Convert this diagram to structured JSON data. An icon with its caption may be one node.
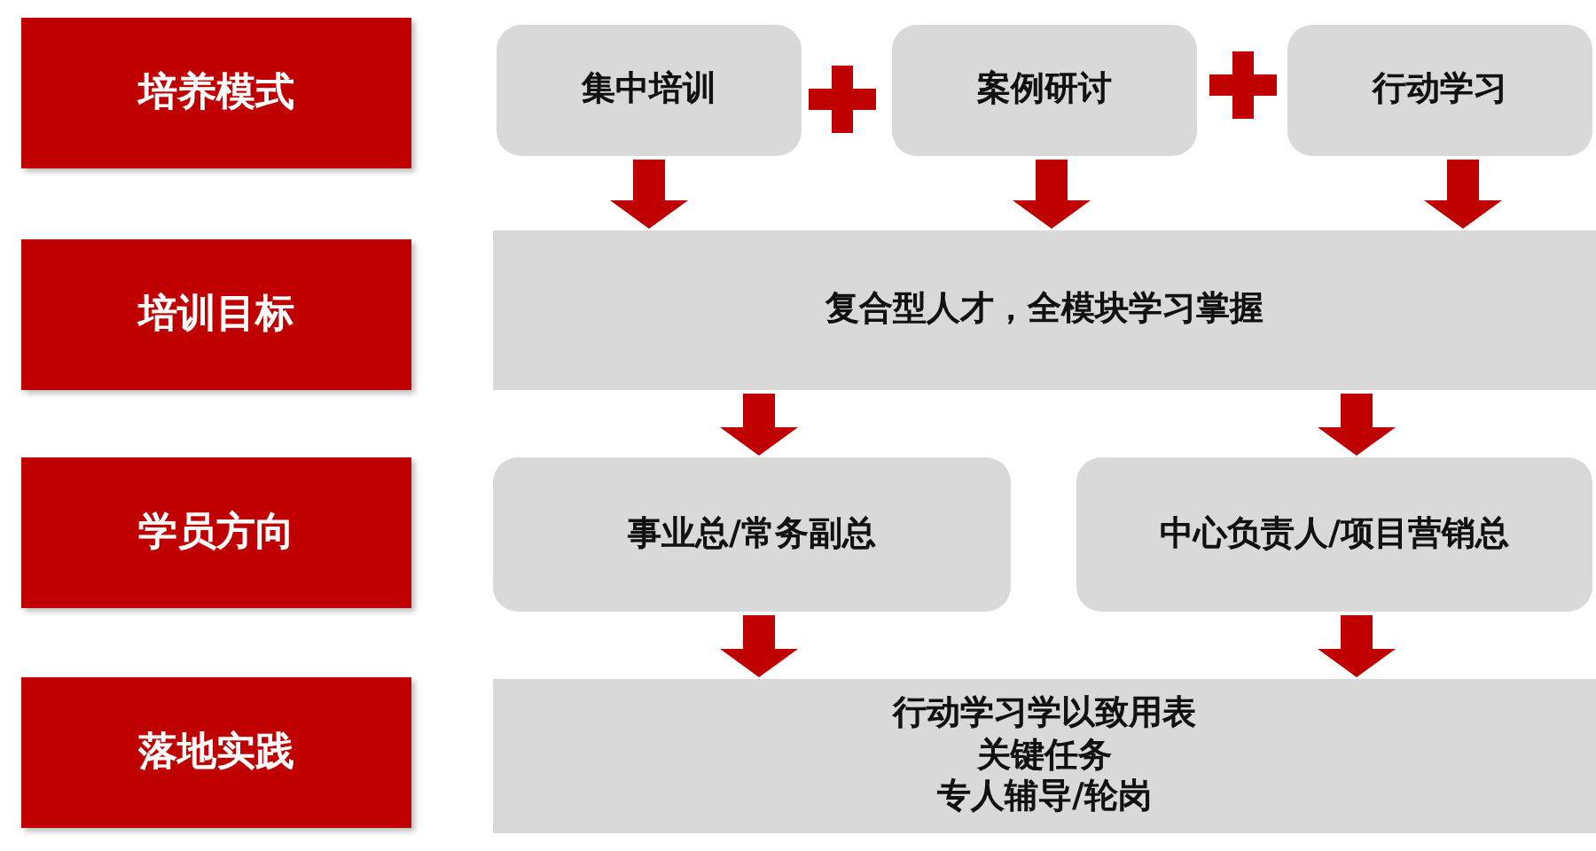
{
  "diagram": {
    "nodes": [
      {
        "text": [
          "培养模式"
        ]
      },
      {
        "text": [
          "集中培训"
        ]
      },
      {
        "text": [
          "案例研讨"
        ]
      },
      {
        "text": [
          "行动学习"
        ]
      },
      {
        "text": [
          "培训目标"
        ]
      },
      {
        "text": [
          "复合型人才，全模块学习掌握"
        ]
      },
      {
        "text": [
          "学员方向"
        ]
      },
      {
        "text": [
          "事业总/常务副总"
        ]
      },
      {
        "text": [
          "中心负责人/项目营销总"
        ]
      },
      {
        "text": [
          "落地实践"
        ]
      },
      {
        "text": [
          "行动学习学以致用表",
          "关键任务",
          "专人辅导/轮岗"
        ]
      }
    ],
    "edges": [
      {
        "from": 1,
        "to": 5,
        "arrow": "to"
      },
      {
        "from": 2,
        "to": 5,
        "arrow": "to"
      },
      {
        "from": 3,
        "to": 5,
        "arrow": "to"
      },
      {
        "from": 5,
        "to": 7,
        "arrow": "to"
      },
      {
        "from": 5,
        "to": 8,
        "arrow": "to"
      },
      {
        "from": 7,
        "to": 10,
        "arrow": "to"
      },
      {
        "from": 8,
        "to": 10,
        "arrow": "to"
      }
    ]
  }
}
